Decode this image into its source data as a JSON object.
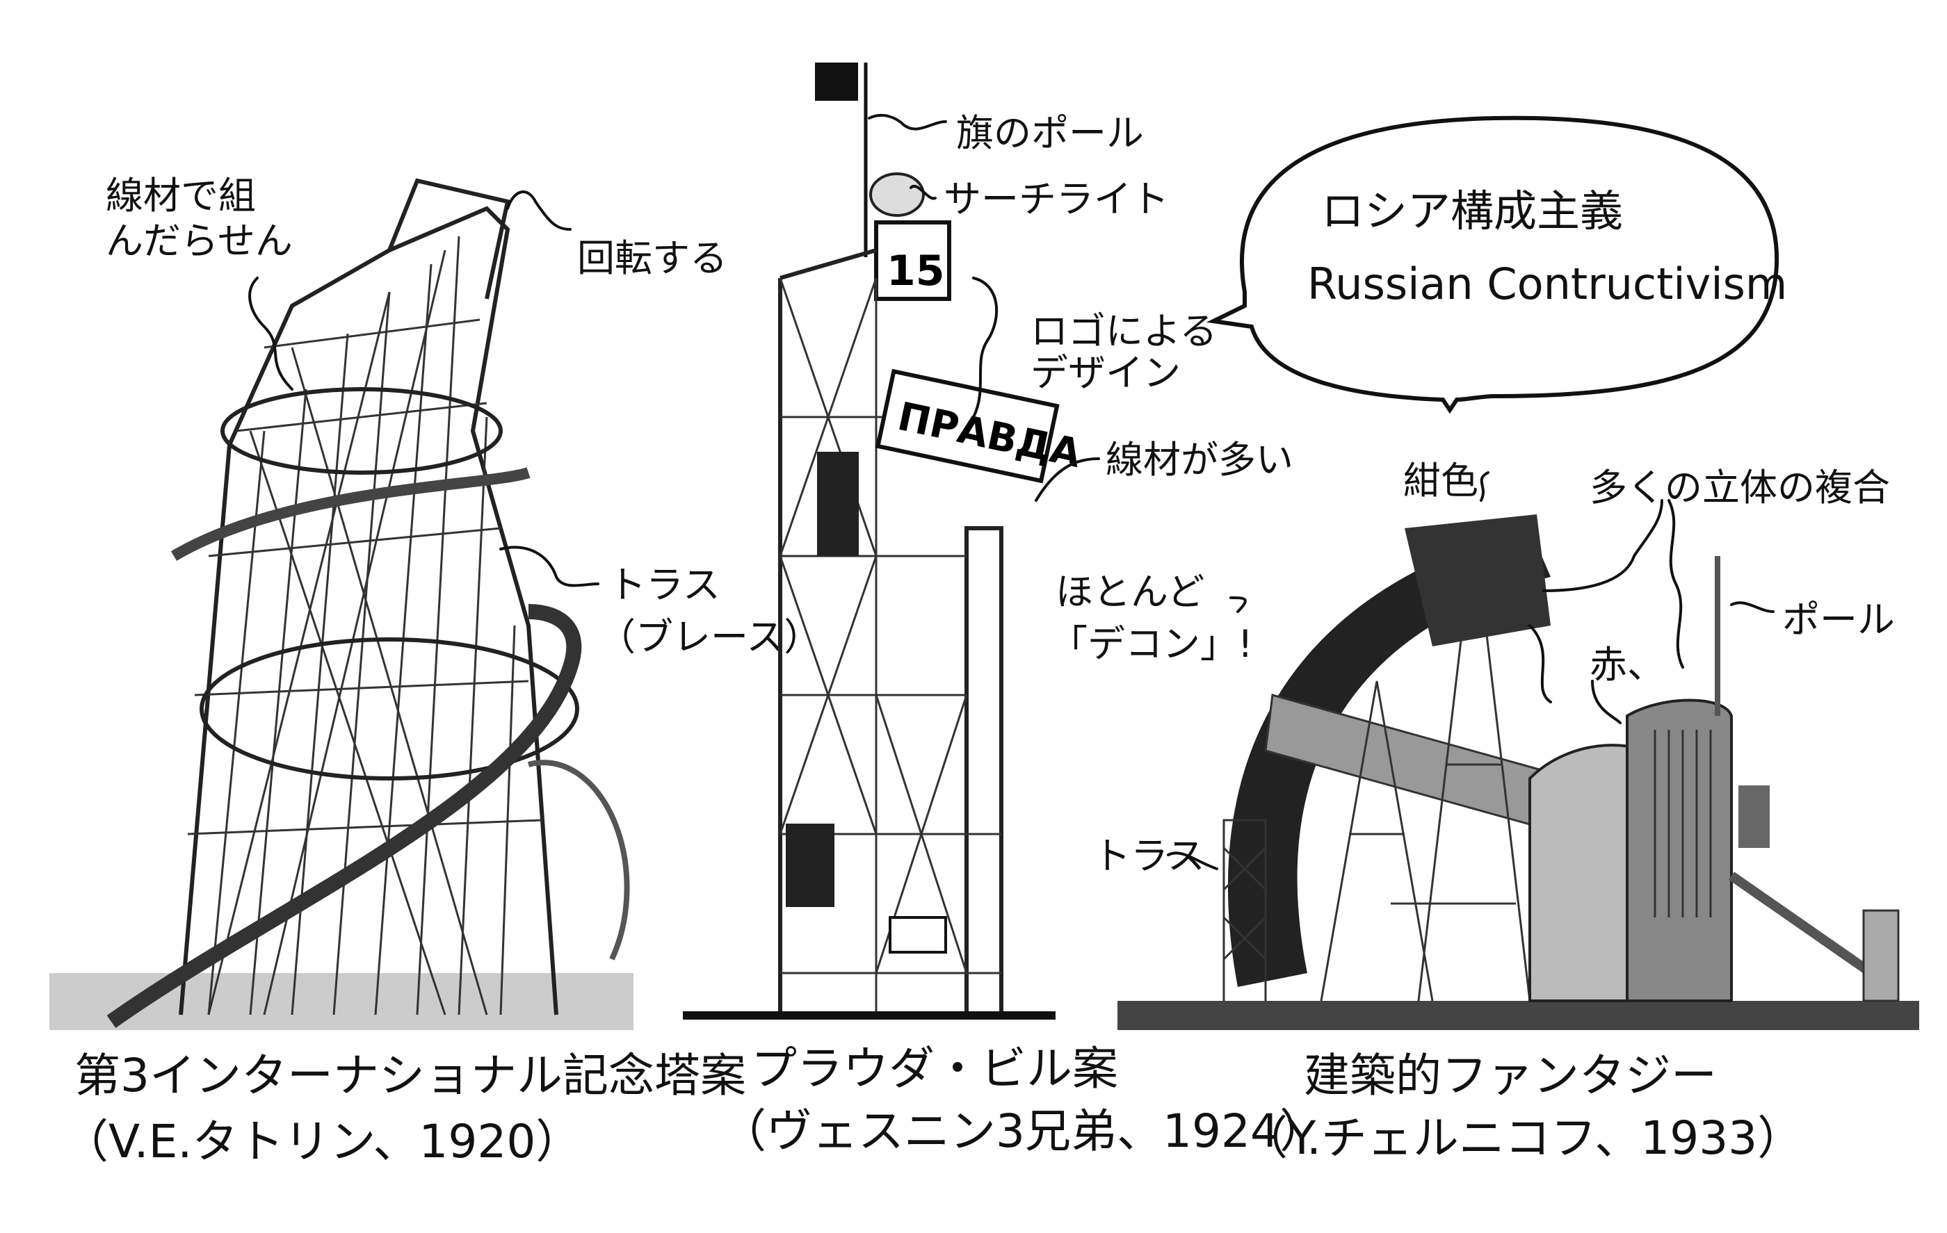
{
  "speech_bubble": {
    "title_ja": "ロシア構成主義",
    "title_en": "Russian Contructivism"
  },
  "buildings": [
    {
      "caption": "第3インターナショナル記念塔案",
      "credit": "（V.E.タトリン、1920）",
      "annotations": {
        "spiral_line1": "線材で組",
        "spiral_line2": "んだらせん",
        "rotate": "回転する",
        "truss_line1": "トラス",
        "truss_line2": "（ブレース）"
      }
    },
    {
      "caption": "プラウダ・ビル案",
      "credit": "（ヴェスニン3兄弟、1924）",
      "annotations": {
        "flag_pole": "旗のポール",
        "searchlight": "サーチライト",
        "logo_line1": "ロゴによる",
        "logo_line2": "デザイン",
        "many_members": "線材が多い",
        "sign_text": "ПРАВДА",
        "clock_text": "15"
      }
    },
    {
      "caption": "建築的ファンタジー",
      "credit": "（Y.チェルニコフ、1933）",
      "annotations": {
        "navy": "紺色",
        "composite": "多くの立体の複合",
        "decon_line1": "ほとんど",
        "decon_line2": "「デコン」!",
        "red": "赤、",
        "pole": "ポール",
        "truss": "トラス"
      }
    }
  ]
}
